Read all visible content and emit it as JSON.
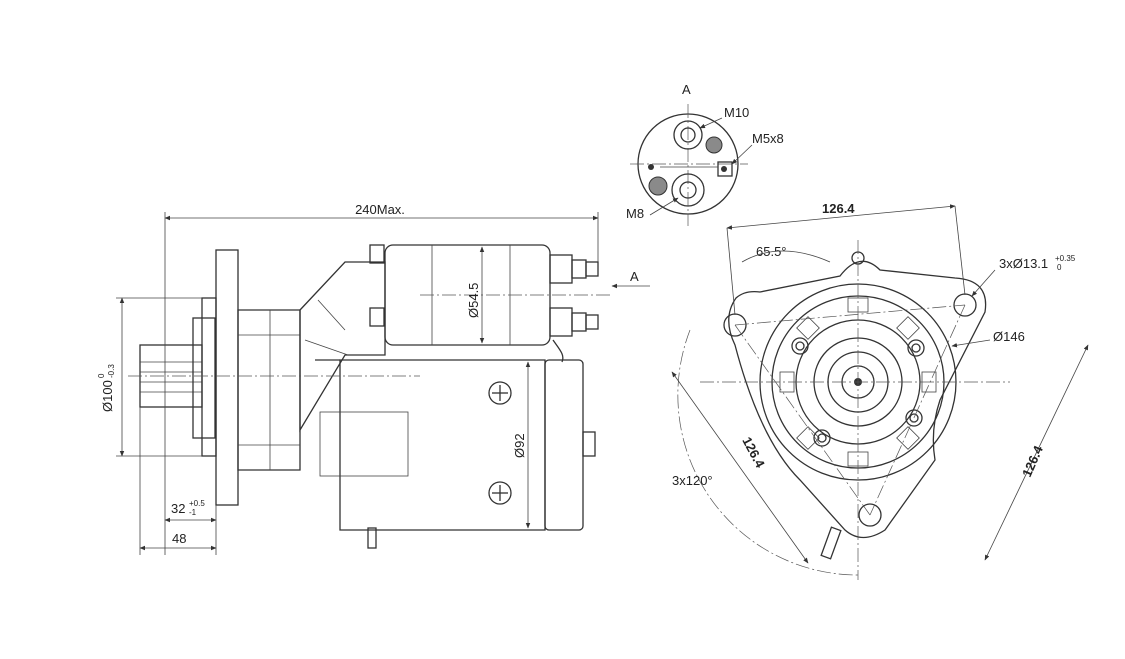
{
  "drawing": {
    "side_view": {
      "overall_length": "240Max.",
      "flange_diameter": "Ø100",
      "flange_diameter_tol_upper": "0",
      "flange_diameter_tol_lower": "-0.3",
      "solenoid_diameter": "Ø54.5",
      "body_diameter": "Ø92",
      "pilot_length": "32",
      "pilot_length_tol_upper": "+0.5",
      "pilot_length_tol_lower": "-1",
      "nose_length": "48"
    },
    "view_arrow_label": "A",
    "detail_a": {
      "title": "A",
      "thread_top": "M10",
      "thread_small": "M5x8",
      "thread_bottom": "M8"
    },
    "front_view": {
      "top_distance": "126.4",
      "angle": "65.5°",
      "hole_spec": "3xØ13.1",
      "hole_tol_upper": "+0.35",
      "hole_tol_lower": "0",
      "pitch_circle": "Ø146",
      "left_distance": "126.4",
      "right_distance": "126.4",
      "angular_spacing": "3x120°"
    }
  }
}
